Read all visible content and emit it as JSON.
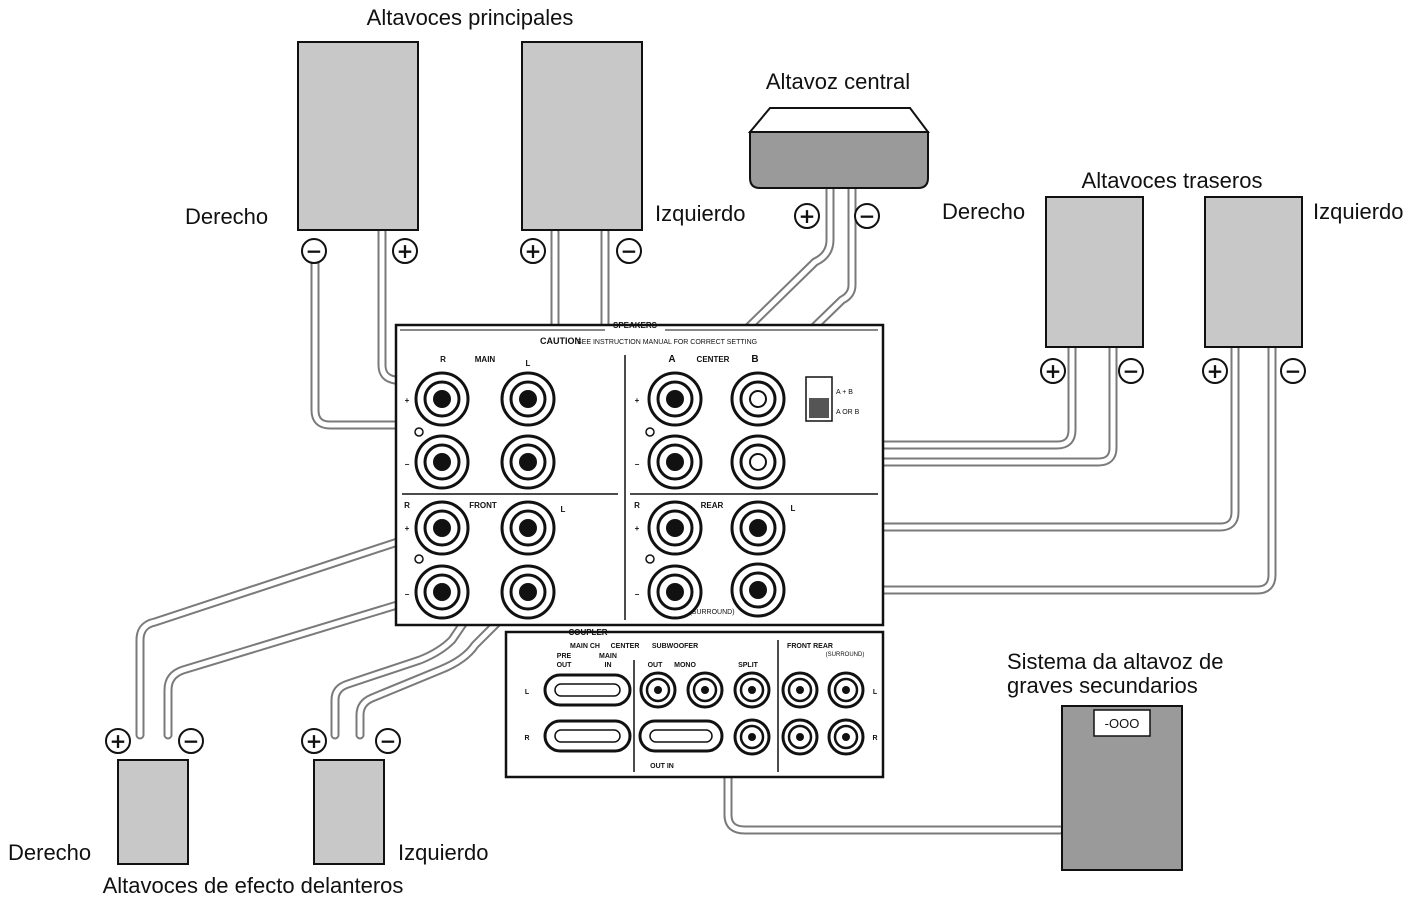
{
  "labels": {
    "main_speakers": "Altavoces principales",
    "center_speaker": "Altavoz central",
    "rear_speakers": "Altavoces traseros",
    "front_effect_speakers": "Altavoces de efecto delanteros",
    "subwoofer_line1": "Sistema da altavoz de",
    "subwoofer_line2": "graves secundarios",
    "right": "Derecho",
    "left": "Izquierdo"
  },
  "polarity": {
    "plus": "+",
    "minus": "−"
  },
  "panel": {
    "speakers": "SPEAKERS",
    "caution": "CAUTION",
    "caution_text": "SEE INSTRUCTION MANUAL FOR CORRECT SETTING",
    "main": "MAIN",
    "center": "CENTER",
    "a": "A",
    "b": "B",
    "ab": "A + B",
    "aorb": "A OR B",
    "front": "FRONT",
    "rear": "REAR",
    "surround": "(SURROUND)",
    "r": "R",
    "l": "L",
    "coupler": "COUPLER",
    "main_ch": "MAIN CH",
    "center_col": "CENTER",
    "subwoofer": "SUBWOOFER",
    "pre_out_1": "PRE",
    "pre_out_2": "OUT",
    "main_in_1": "MAIN",
    "main_in_2": "IN",
    "out": "OUT",
    "mono": "MONO",
    "split": "SPLIT",
    "front_rear": "FRONT REAR",
    "surround_small": "(SURROUND)",
    "out_in": "OUT IN"
  },
  "subwoofer_box": "-OOO"
}
